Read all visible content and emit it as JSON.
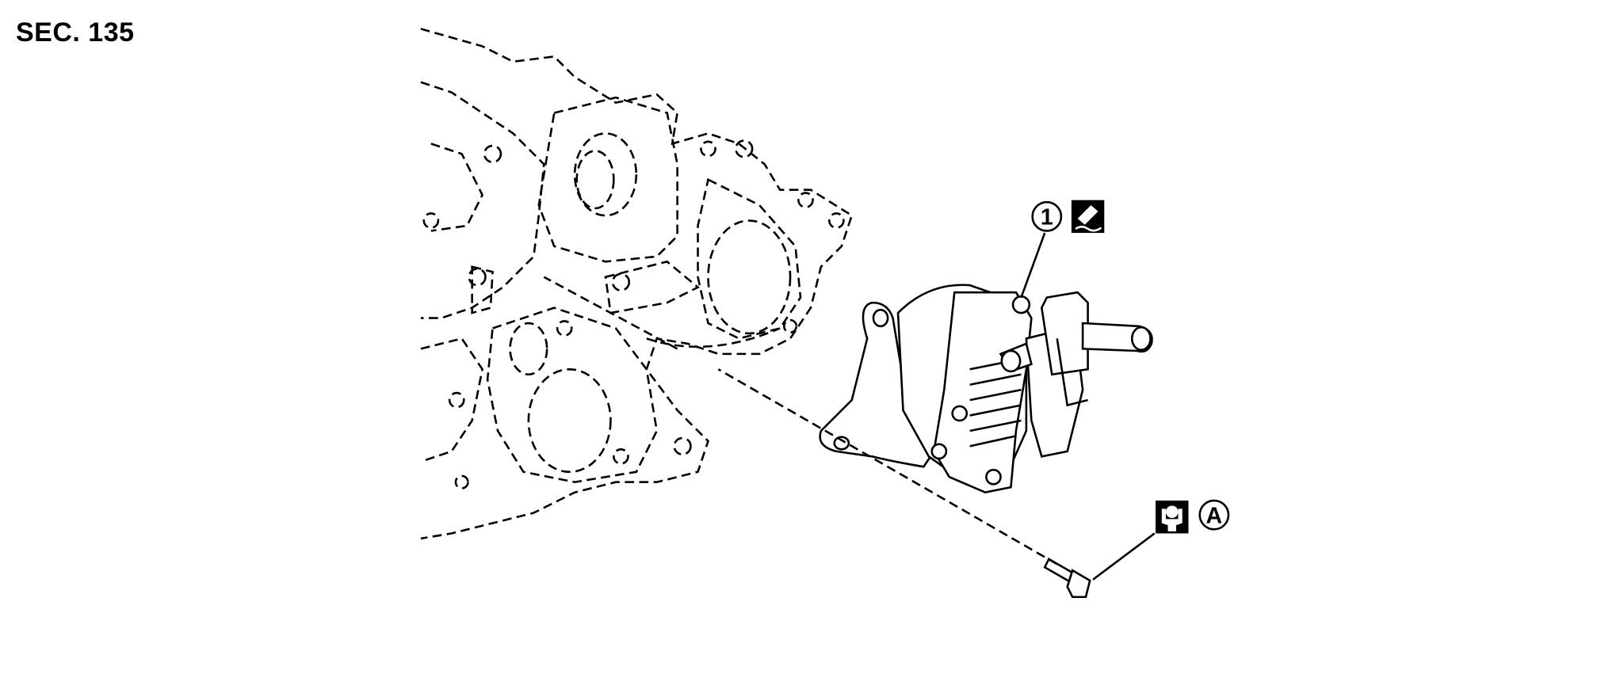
{
  "section_label": "SEC. 135",
  "callouts": [
    {
      "id": "1",
      "label": "1",
      "symbol": "sealant-icon",
      "target": "vacuum-pump"
    },
    {
      "id": "A",
      "label": "A",
      "symbol": "torque-icon",
      "target": "bolt"
    }
  ]
}
